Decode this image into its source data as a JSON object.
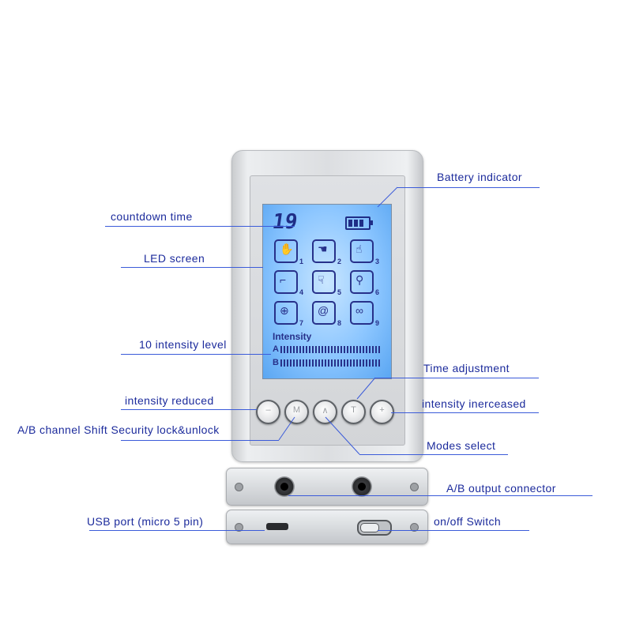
{
  "labels": {
    "countdown_time": "countdown  time",
    "led_screen": "LED  screen",
    "intensity_level": "10 intensity level",
    "intensity_reduced": "intensity  reduced",
    "channel_shift": "A/B  channel  Shift  Security  lock&unlock",
    "usb_port": "USB  port (micro  5  pin)",
    "battery_indicator": "Battery  indicator",
    "time_adjustment": "Time  adjustment",
    "intensity_increased": "intensity  inerceased",
    "modes_select": "Modes  select",
    "output_connector": "A/B  output  connector",
    "onoff_switch": "on/off  Switch"
  },
  "lcd": {
    "timer": "19",
    "intensity": "Intensity",
    "channel_a": "A",
    "channel_b": "B",
    "mode_numbers": [
      "1",
      "2",
      "3",
      "4",
      "5",
      "6",
      "7",
      "8",
      "9"
    ]
  },
  "buttons": {
    "minus": "–",
    "mode": "M",
    "center": "∧",
    "time": "T",
    "plus": "+"
  },
  "colors": {
    "label_text": "#1c2b9c",
    "leader_line": "#3b5bd9",
    "lcd_glow": "#8cc6ff",
    "lcd_ink": "#27318a"
  }
}
